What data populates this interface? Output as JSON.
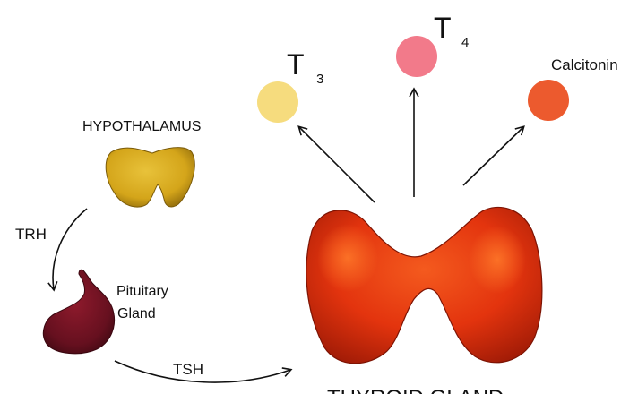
{
  "labels": {
    "hypothalamus": "HYPOTHALAMUS",
    "trh": "TRH",
    "pituitary_line1": "Pituitary",
    "pituitary_line2": "Gland",
    "tsh": "TSH",
    "thyroid": "THYROID GLAND"
  },
  "hormones": [
    {
      "letter": "T",
      "subscript": "3",
      "color": "#F6DC7E"
    },
    {
      "letter": "T",
      "subscript": "4",
      "color": "#F27A8A"
    },
    {
      "name": "Calcitonin",
      "color": "#EC5A2E"
    }
  ],
  "colors": {
    "hypothalamus": "#D9A81E",
    "pituitary": "#6E0E1E",
    "thyroid": "#E8320E",
    "arrows": "#111111"
  }
}
